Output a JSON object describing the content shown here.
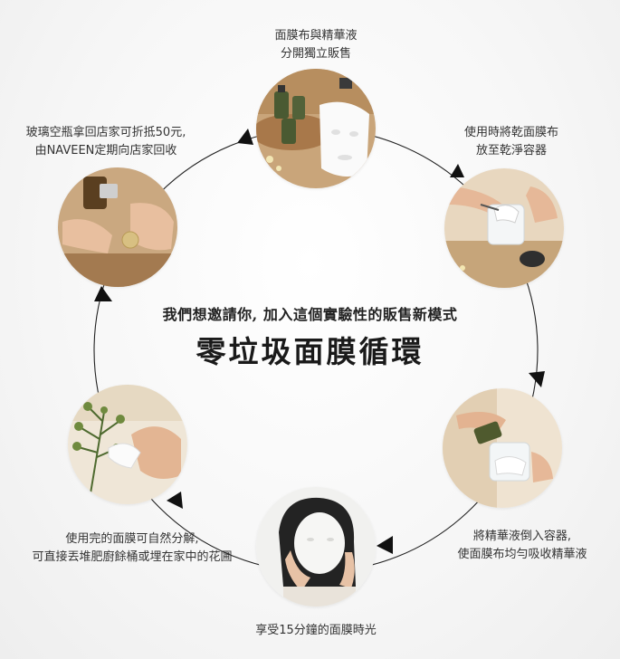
{
  "center": {
    "subtitle": "我們想邀請你, 加入這個實驗性的販售新模式",
    "title": "零垃圾面膜循環"
  },
  "steps": [
    {
      "line1": "面膜布與精華液",
      "line2": "分開獨立販售"
    },
    {
      "line1": "使用時將乾面膜布",
      "line2": "放至乾淨容器"
    },
    {
      "line1": "將精華液倒入容器,",
      "line2": "使面膜布均勻吸收精華液"
    },
    {
      "line1": "享受15分鐘的面膜時光",
      "line2": ""
    },
    {
      "line1": "使用完的面膜可自然分解,",
      "line2": "可直接丟堆肥廚餘桶或埋在家中的花圃"
    },
    {
      "line1": "玻璃空瓶拿回店家可折抵50元,",
      "line2": "由NAVEEN定期向店家回收"
    }
  ],
  "colors": {
    "arrow": "#111111",
    "text": "#333333",
    "title": "#1a1a1a"
  }
}
